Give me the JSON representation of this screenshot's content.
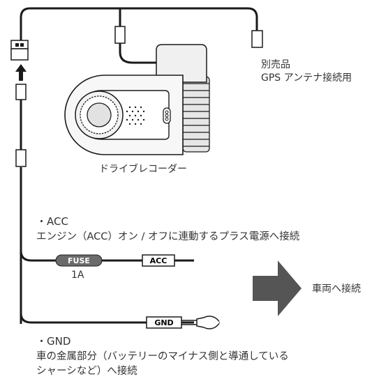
{
  "gps": {
    "line1": "別売品",
    "line2": "GPS アンテナ接続用"
  },
  "recorder_label": "ドライブレコーダー",
  "acc": {
    "title": "・ACC",
    "description": "エンジン（ACC）オン / オフに連動するプラス電源へ接続",
    "fuse_label": "FUSE",
    "fuse_rating": "1A",
    "connector_label": "ACC"
  },
  "vehicle_connection": "車両へ接続",
  "gnd": {
    "connector_label": "GND",
    "title": "・GND",
    "description_line1": "車の金属部分（バッテリーのマイナス側と導通している",
    "description_line2": "シャーシなど）へ接続"
  },
  "colors": {
    "wire": "#1a1a1a",
    "fuse": "#6b6b6b",
    "arrow": "#555555",
    "body": "#f4f4f4"
  }
}
